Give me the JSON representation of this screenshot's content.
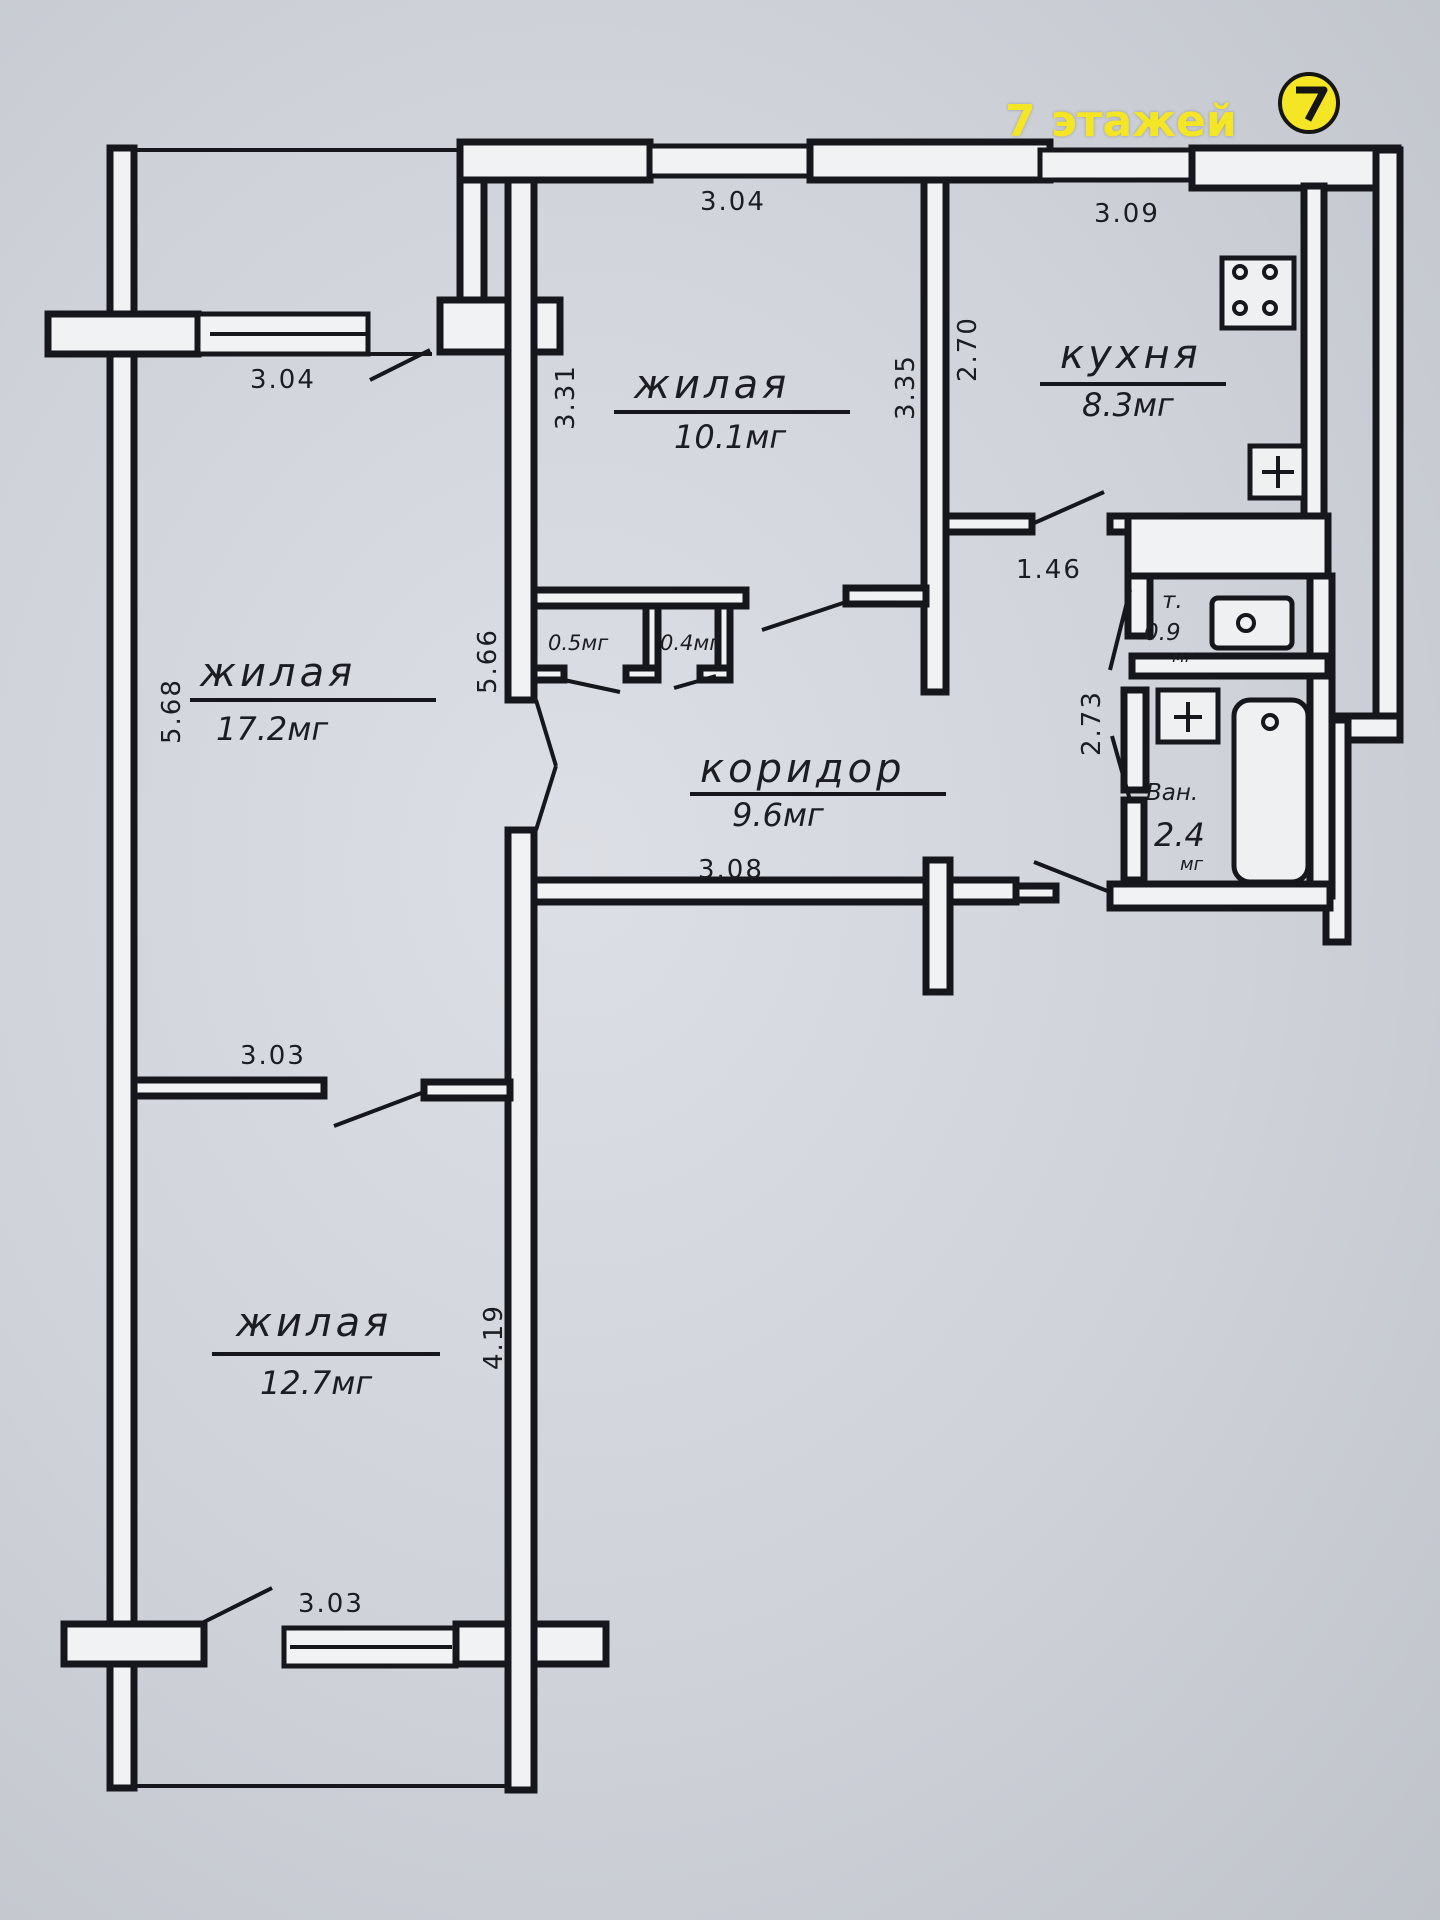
{
  "watermark": {
    "text": "7 этажей",
    "logo_digit": "7",
    "color": "#f5e625"
  },
  "rooms": {
    "living_large": {
      "name": "жилая",
      "area": "17.2мг"
    },
    "living_middle": {
      "name": "жилая",
      "area": "10.1мг"
    },
    "living_bottom": {
      "name": "жилая",
      "area": "12.7мг"
    },
    "kitchen": {
      "name": "кухня",
      "area": "8.3мг"
    },
    "corridor": {
      "name": "коридор",
      "area": "9.6мг"
    },
    "toilet": {
      "name": "т.",
      "area": "0.9",
      "unit": "мг"
    },
    "bathroom": {
      "name": "Ван.",
      "area": "2.4",
      "unit": "мг"
    },
    "closet_1": {
      "area": "0.5мг"
    },
    "closet_2": {
      "area": "0.4мг"
    }
  },
  "dimensions": {
    "balcony_top_width": "3.04",
    "middle_room_width": "3.04",
    "kitchen_width": "3.09",
    "middle_room_left": "3.31",
    "middle_room_right": "3.35",
    "kitchen_left": "2.70",
    "kitchen_door": "1.46",
    "bath_height": "2.73",
    "corridor_left": "5.66",
    "large_room_left": "5.68",
    "corridor_width": "3.08",
    "room_divider": "3.03",
    "bottom_room_height": "4.19",
    "bottom_window": "3.03"
  }
}
